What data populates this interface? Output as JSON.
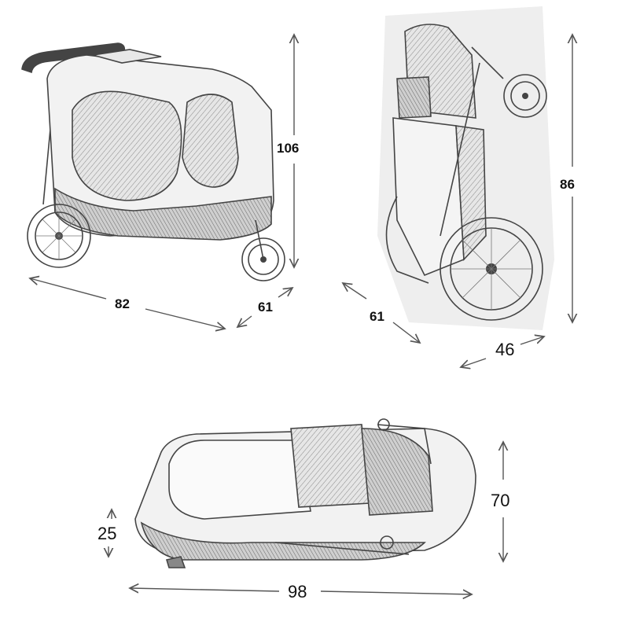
{
  "views": {
    "unfolded": {
      "height": "106",
      "length": "82",
      "width": "61"
    },
    "folded_upright": {
      "height": "86",
      "depth": "61",
      "width": "46"
    },
    "folded_flat": {
      "height": "70",
      "clearance": "25",
      "length": "98"
    }
  },
  "colors": {
    "line": "#444444",
    "shade": "#d8d8d8",
    "text": "#111111"
  }
}
